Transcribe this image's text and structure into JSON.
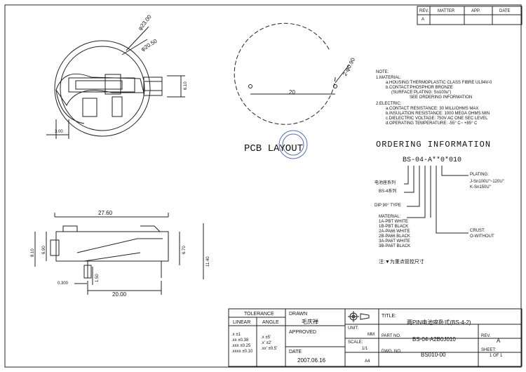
{
  "revision_block": {
    "headers": {
      "rev": "REV.",
      "matter": "MATTER",
      "app": "APP.",
      "date": "DATE"
    },
    "row1": {
      "rev": "A",
      "matter": "",
      "app": "",
      "date": ""
    }
  },
  "top_view_dims": {
    "dia_outer": "φ23.00",
    "dia_inner": "φ20.50",
    "height": "6.10",
    "offset": "3.00"
  },
  "pcb_layout": {
    "title": "PCB LAYOUT",
    "span": "20",
    "hole": "2-φ0.90"
  },
  "side_view_dims": {
    "length": "27.60",
    "h_total": "8.10",
    "h_body": "6.90",
    "h_contact": "6.70",
    "h_pin": "11.40",
    "pin_offset": "1.50",
    "pin_thick": "0.300",
    "pitch": "20.00"
  },
  "notes": {
    "heading": "NOTE:",
    "material_heading": "1.MATERIAL:",
    "material_lines": [
      "a.HOUSING:THERMOPLASTIC CLASS FIBRE UL94V-0",
      "b.CONTACT:PHOSPHOR BRONZE",
      "(SURFACE PLATING: Sn100u\")",
      "SEE ORDERING INFORMATION"
    ],
    "electric_heading": "2.ELECTRIC:",
    "electric_lines": [
      "a.CONTACT RESISTANCE: 30 MILLIOHMS MAX",
      "b.INSULATION RESISTANCE: 1000 MEGA OHMS MIN",
      "c.DIELECTRIC VOLTAGE: 750V AC ONE SEC LEVEL",
      "d.OPERATING TEMPERATURE: -55° C~ +85° C"
    ]
  },
  "ordering": {
    "title": "ORDERING INFORMATION",
    "code": "BS-04-A**0*010",
    "label_series_cn": "电池座系列",
    "label_series": "BS-4系列",
    "label_dip": "DIP 90° TYPE",
    "material_heading": "MATERIAL:",
    "material_options": [
      "1A-PBT WHITE",
      "1B-PBT BLACK",
      "2A-PA66 WHITE",
      "2B-PA66 BLACK",
      "3A-PA6T WHITE",
      "3B-PA6T BLACK"
    ],
    "plating_heading": "PLATING:",
    "plating_options": [
      "J-Sn100U\"~120U\"",
      "K-Sn150U\""
    ],
    "crust_heading": "CRUST:",
    "crust_options": [
      "O-WITHOUT"
    ],
    "note": "注:▼为重点管控尺寸"
  },
  "title_block": {
    "tolerance_heading": "TOLERANCE",
    "linear_heading": "LINEAR",
    "angle_heading": "ANGLE",
    "linear_values": [
      ".x    ±1",
      ".xx  ±0.38",
      ".xxx ±0.25",
      ".xxxx ±0.10"
    ],
    "angle_values": [
      ".x  ±5'",
      ".x'  ±2'",
      ".xx' ±0.5'"
    ],
    "drawn_label": "DRAWN",
    "drawn_value": "毛庆禅",
    "approved_label": "APPROVED",
    "approved_value": "",
    "date_label": "DATE",
    "date_value": "2007.06.16",
    "title_label": "TITLE:",
    "title_value": "两PIN电池座卧式(BS-4-2)",
    "unit_label": "UNIT:",
    "unit_value": "MM",
    "part_label": "PART NO.",
    "part_value": "BS-04-A2B0J010",
    "rev_label": "REV.",
    "rev_value": "A",
    "scale_label": "SCALE:",
    "scale_value": "1/1",
    "dwg_label": "DWG. NO.",
    "dwg_value": "BS010-00",
    "sheet_label": "SHEET:",
    "sheet_value": "1 OF 1",
    "paper_size": "A4"
  }
}
